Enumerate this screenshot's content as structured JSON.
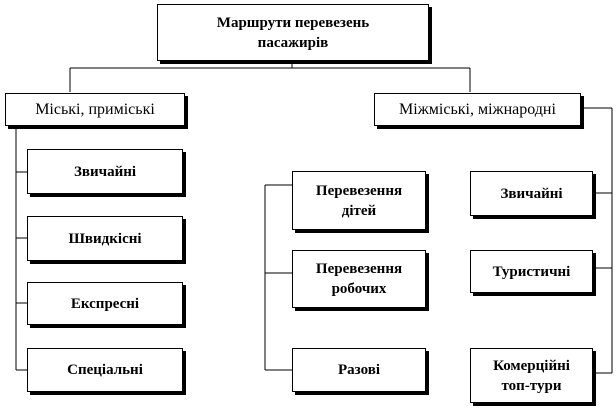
{
  "diagram": {
    "root": "Маршрути перевезень\nпасажирів",
    "left_group": "Міські, приміські",
    "right_group": "Міжміські, міжнародні",
    "left_items": [
      "Звичайні",
      "Швидкісні",
      "Експресні",
      "Спеціальні"
    ],
    "middle_items": [
      "Перевезення\nдітей",
      "Перевезення\nробочих",
      "Разові"
    ],
    "right_items": [
      "Звичайні",
      "Туристичні",
      "Комерційні\nтоп-тури"
    ]
  },
  "colors": {
    "line": "#000000",
    "box_fill": "#ffffff",
    "shadow": "#000000"
  }
}
